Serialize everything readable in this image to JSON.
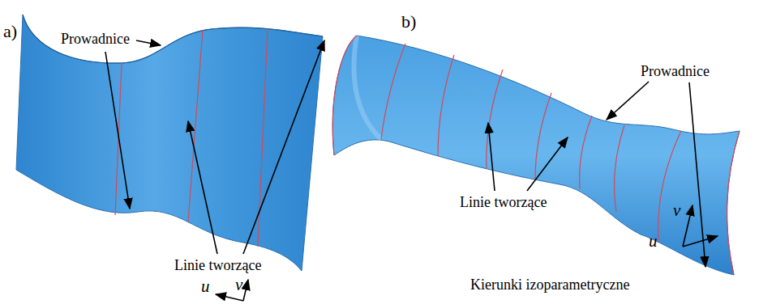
{
  "diagram": {
    "labels": [
      "a)",
      "Prowadnice",
      "Linie tworzące",
      "u",
      "v",
      "b)",
      "Prowadnice",
      "Linie tworzące",
      "v",
      "u",
      "Kierunki izoparametryczne"
    ]
  }
}
